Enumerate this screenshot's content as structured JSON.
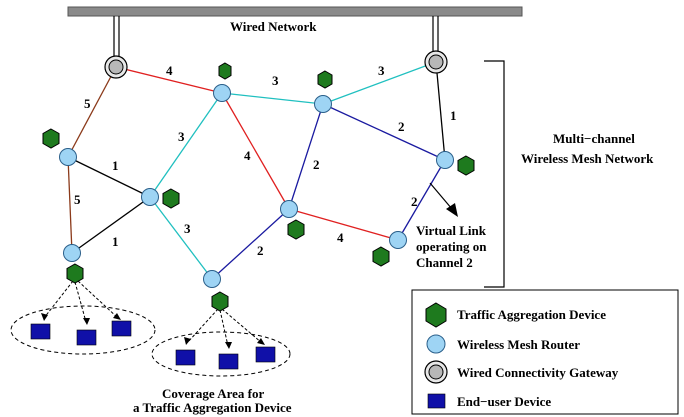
{
  "colors": {
    "bar": "#8a8a8a",
    "traffic": "#1e7a1e",
    "router": "#9ed4f4",
    "router_stroke": "#2a5f8a",
    "gateway_outer": "#e8e8e8",
    "gateway_inner": "#b8b8b8",
    "enduser": "#1010a8",
    "ch1": "#000000",
    "ch2": "#1a1aa0",
    "ch3": "#20c0c0",
    "ch4": "#e02020",
    "ch5": "#8b3a1a"
  },
  "wired_network": {
    "label": "Wired Network"
  },
  "mesh_label": {
    "line1": "Multi−channel",
    "line2": "Wireless Mesh Network"
  },
  "virtual_link": {
    "line1": "Virtual Link",
    "line2": "operating on",
    "line3": "Channel 2"
  },
  "coverage": {
    "line1": "Coverage Area for",
    "line2": "a Traffic Aggregation Device"
  },
  "links": [
    {
      "ch": "4",
      "label": "4"
    },
    {
      "ch": "5",
      "label": "5"
    },
    {
      "ch": "5",
      "label": "5"
    },
    {
      "ch": "1",
      "label": "1"
    },
    {
      "ch": "1",
      "label": "1"
    },
    {
      "ch": "3",
      "label": "3"
    },
    {
      "ch": "3",
      "label": "3"
    },
    {
      "ch": "3",
      "label": "3"
    },
    {
      "ch": "3",
      "label": "3"
    },
    {
      "ch": "4",
      "label": "4"
    },
    {
      "ch": "2",
      "label": "2"
    },
    {
      "ch": "2",
      "label": "2"
    },
    {
      "ch": "2",
      "label": "2"
    },
    {
      "ch": "4",
      "label": "4"
    },
    {
      "ch": "2",
      "label": "2"
    },
    {
      "ch": "1",
      "label": "1"
    }
  ],
  "legend": {
    "items": [
      {
        "icon": "traffic-aggregation-device-icon",
        "label": "Traffic Aggregation Device"
      },
      {
        "icon": "wireless-mesh-router-icon",
        "label": "Wireless Mesh Router"
      },
      {
        "icon": "wired-connectivity-gateway-icon",
        "label": "Wired Connectivity Gateway"
      },
      {
        "icon": "end-user-device-icon",
        "label": "End−user Device"
      }
    ]
  }
}
